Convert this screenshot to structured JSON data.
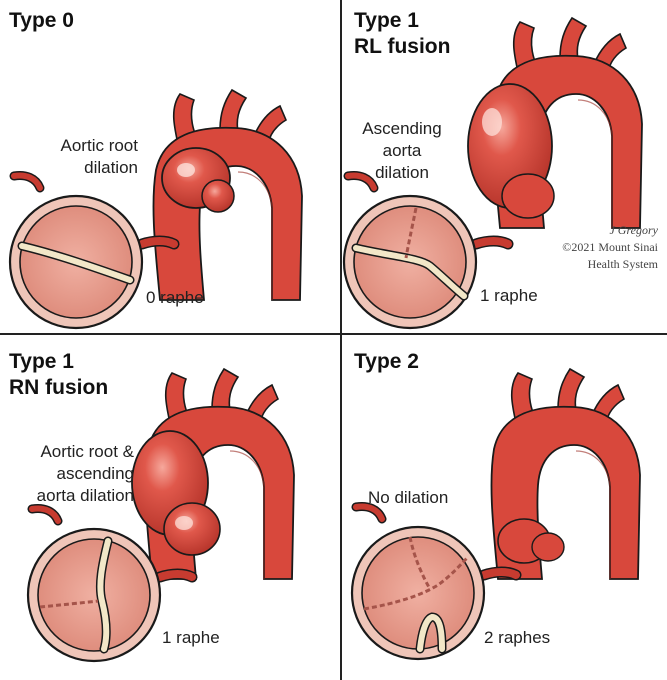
{
  "panels": [
    {
      "title_lines": [
        "Type 0"
      ],
      "dilation_lines": [
        "Aortic root",
        "dilation"
      ],
      "raphe_label": "0 raphe"
    },
    {
      "title_lines": [
        "Type 1",
        "RL fusion"
      ],
      "dilation_lines": [
        "Ascending",
        "aorta",
        "dilation"
      ],
      "raphe_label": "1 raphe"
    },
    {
      "title_lines": [
        "Type 1",
        "RN fusion"
      ],
      "dilation_lines": [
        "Aortic root &",
        "ascending",
        "aorta dilation"
      ],
      "raphe_label": "1 raphe"
    },
    {
      "title_lines": [
        "Type 2"
      ],
      "dilation_lines": [
        "No dilation"
      ],
      "raphe_label": "2 raphes"
    }
  ],
  "credit": {
    "artist": "J Gregory",
    "copyright_lines": [
      "©2021 Mount Sinai",
      "Health System"
    ]
  },
  "colors": {
    "aorta_red": "#d8483c",
    "aorta_dark": "#9a2a22",
    "valve_pink": "#e79c8e",
    "valve_ring": "#efc5b8",
    "leaflet_cream": "#f2e7c8",
    "outline": "#1a1a1a"
  }
}
